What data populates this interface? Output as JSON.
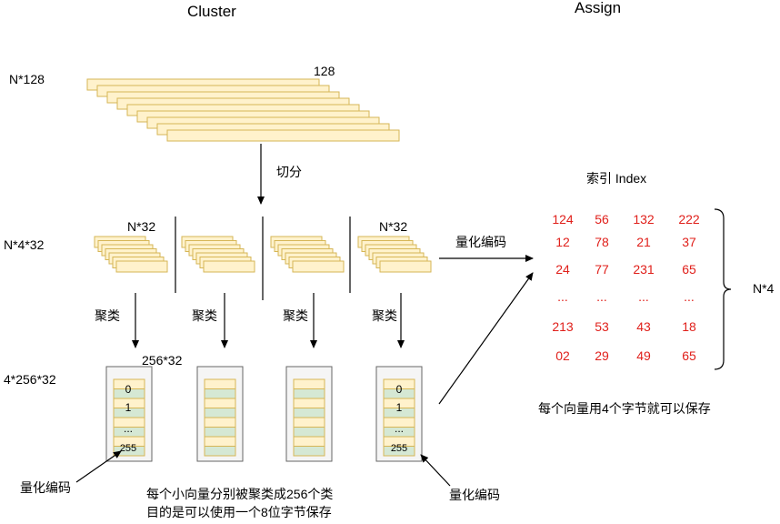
{
  "titles": {
    "cluster": "Cluster",
    "assign": "Assign"
  },
  "left_labels": {
    "n128": "N*128",
    "n4x32": "N*4*32",
    "k256x32": "4*256*32"
  },
  "top_block": {
    "dim_label": "128"
  },
  "arrows": {
    "split": "切分",
    "cluster": "聚类",
    "encode": "量化编码"
  },
  "sub_blocks": {
    "dim_label": "N*32"
  },
  "codebook": {
    "label": "256*32",
    "entries": [
      "0",
      "1",
      "...",
      "255"
    ]
  },
  "bottom_notes": {
    "left_encode": "量化编码",
    "right_encode": "量化编码",
    "center_line1": "每个小向量分别被聚类成256个类",
    "center_line2": "目的是可以使用一个8位字节保存"
  },
  "index": {
    "title": "索引 Index",
    "rows": [
      [
        "124",
        "56",
        "132",
        "222"
      ],
      [
        "12",
        "78",
        "21",
        "37"
      ],
      [
        "24",
        "77",
        "231",
        "65"
      ],
      [
        "...",
        "...",
        "...",
        "..."
      ],
      [
        "213",
        "53",
        "43",
        "18"
      ],
      [
        "02",
        "29",
        "49",
        "65"
      ]
    ],
    "size_label": "N*4",
    "note": "每个向量用4个字节就可以保存"
  },
  "colors": {
    "bar_fill": "#fff2cc",
    "bar_stroke": "#d6b656",
    "codebook_green": "#d5e8d4",
    "codebook_border": "#666666",
    "codebook_bg": "#f5f5f5",
    "index_red": "#e0201b"
  }
}
